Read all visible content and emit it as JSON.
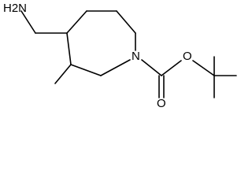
{
  "molecule": {
    "atom_labels": {
      "amine": "H2N",
      "ring_nitrogen": "N",
      "ether_oxygen": "O",
      "carbonyl_oxygen": "O"
    }
  },
  "colors": {
    "bond": "#000000",
    "text": "#000000",
    "background": "#ffffff"
  }
}
